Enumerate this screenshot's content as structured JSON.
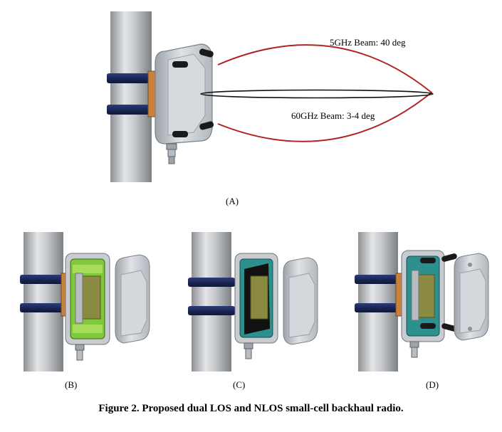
{
  "figure": {
    "caption": "Figure 2. Proposed dual LOS and NLOS small-cell backhaul radio.",
    "panel_a": {
      "label": "(A)",
      "beam_5ghz_label": "5GHz Beam: 40 deg",
      "beam_60ghz_label": "60GHz Beam: 3-4 deg"
    },
    "panel_b": {
      "label": "(B)"
    },
    "panel_c": {
      "label": "(C)"
    },
    "panel_d": {
      "label": "(D)"
    }
  },
  "colors": {
    "pole": "#b9bcbf",
    "strap": "#1d2a5c",
    "bracket": "#c9823c",
    "housing": "#c8ccd1",
    "beam_5ghz": "#b22222",
    "beam_60ghz": "#111111",
    "board_green": "#7ec83a",
    "board_teal": "#2e8f8f",
    "patch_olive": "#8a8a40"
  }
}
